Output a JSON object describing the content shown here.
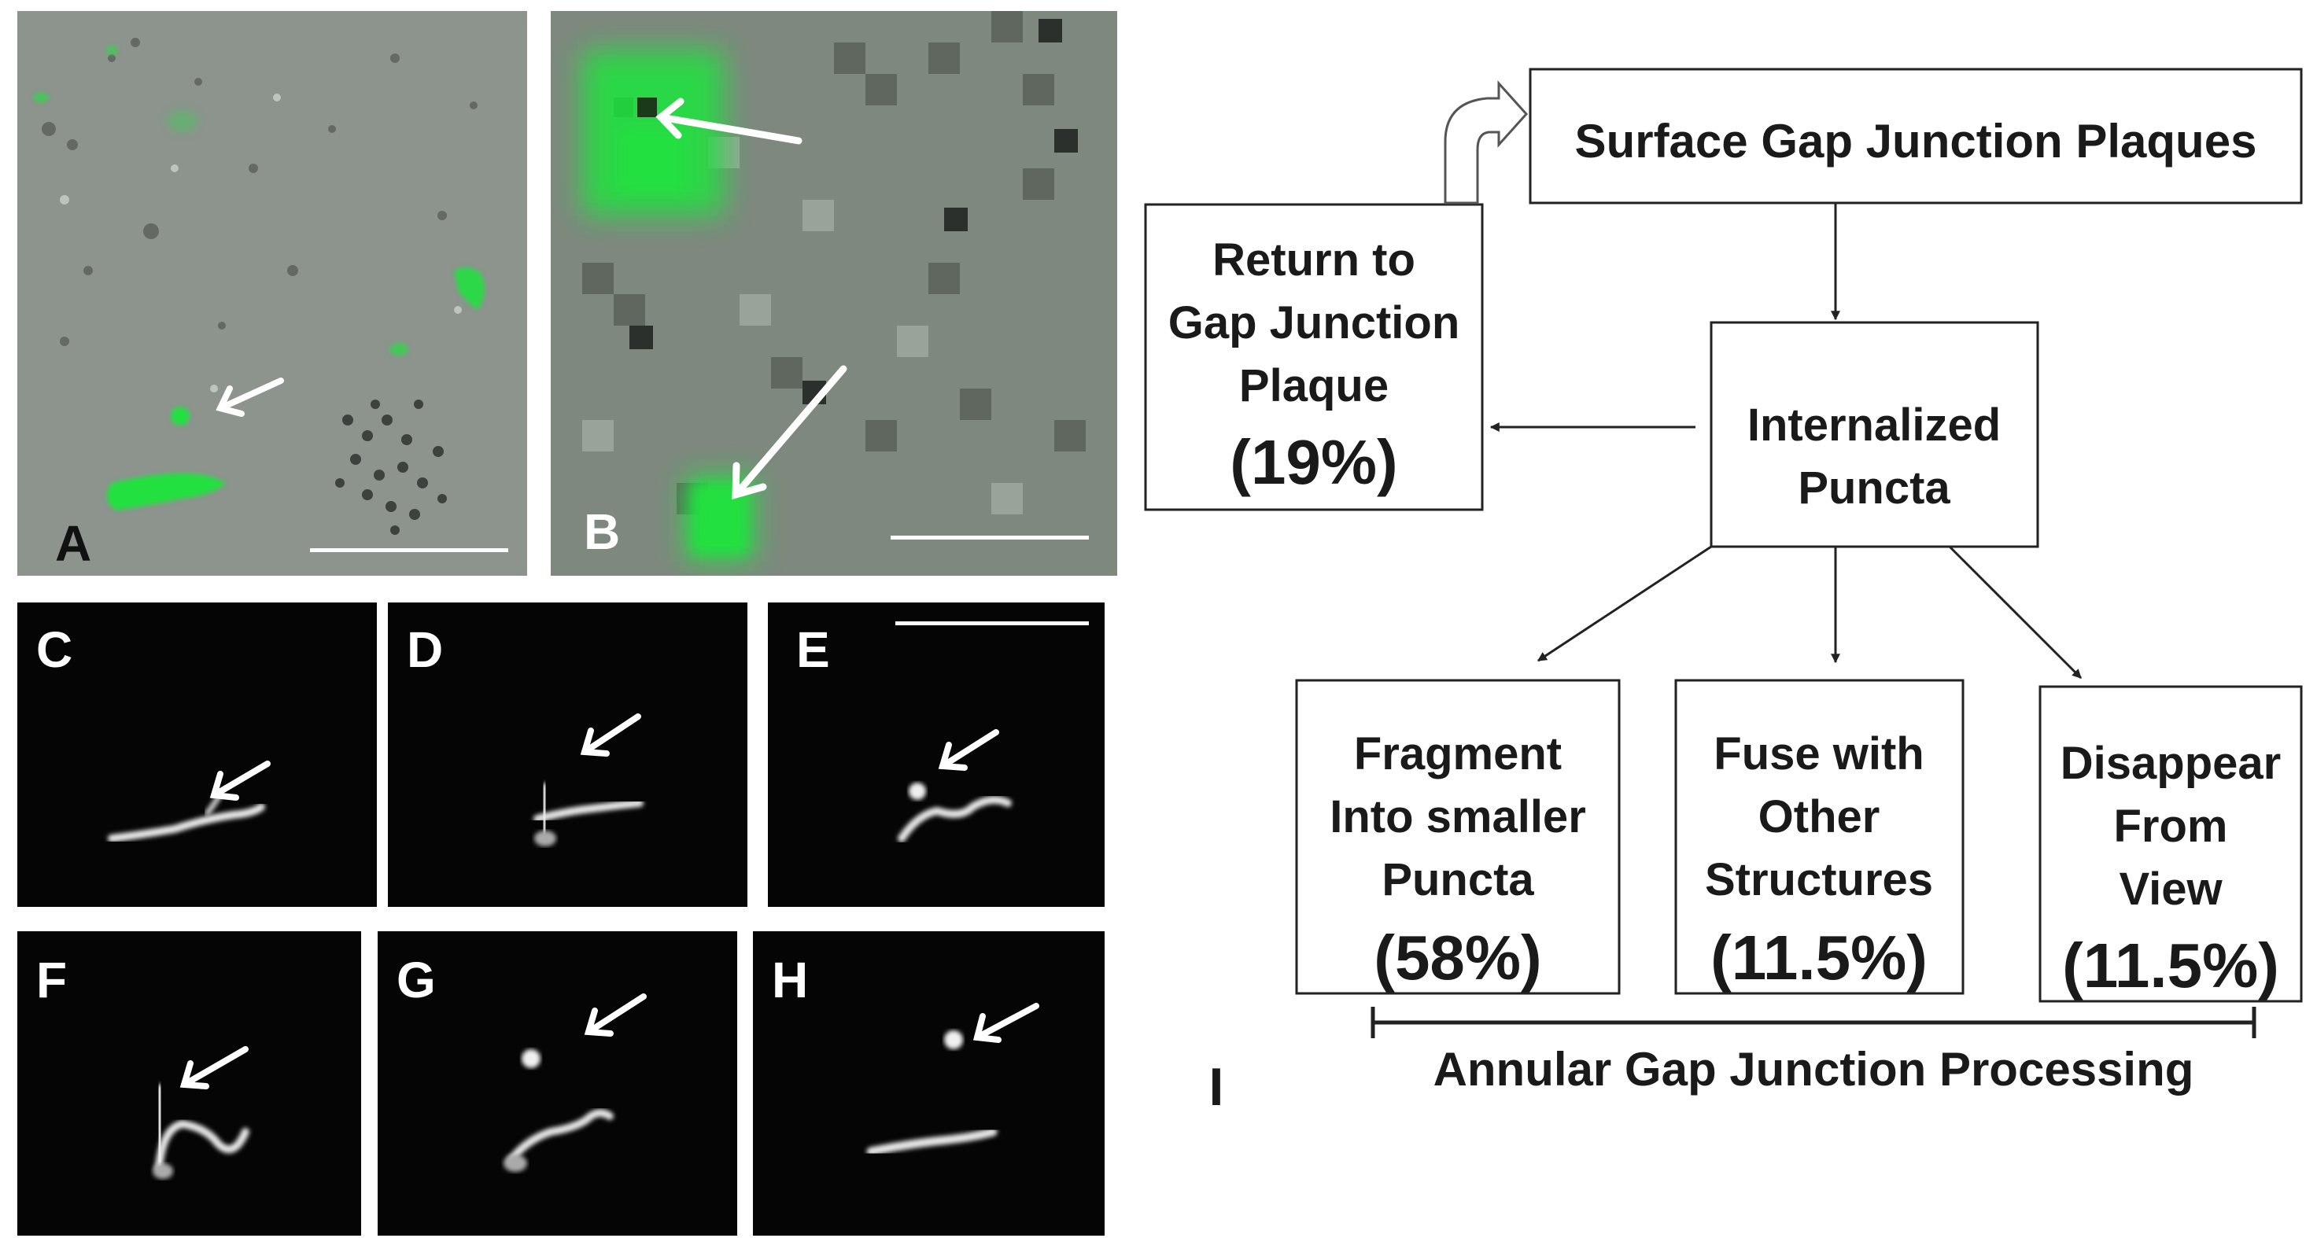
{
  "panels": {
    "A": {
      "label": "A"
    },
    "B": {
      "label": "B"
    },
    "C": {
      "label": "C"
    },
    "D": {
      "label": "D"
    },
    "E": {
      "label": "E"
    },
    "F": {
      "label": "F"
    },
    "G": {
      "label": "G"
    },
    "H": {
      "label": "H"
    }
  },
  "diagram": {
    "label": "I",
    "surface": "Surface Gap Junction Plaques",
    "return_line1": "Return to",
    "return_line2": "Gap Junction",
    "return_line3": "Plaque",
    "return_pct": "(19%)",
    "internal_line1": "Internalized",
    "internal_line2": "Puncta",
    "fragment_line1": "Fragment",
    "fragment_line2": "Into smaller",
    "fragment_line3": "Puncta",
    "fragment_pct": "(58%)",
    "fuse_line1": "Fuse with",
    "fuse_line2": "Other",
    "fuse_line3": "Structures",
    "fuse_pct": "(11.5%)",
    "disappear_line1": "Disappear",
    "disappear_line2": "From",
    "disappear_line3": "View",
    "disappear_pct": "(11.5%)",
    "processing": "Annular Gap Junction Processing"
  },
  "colors": {
    "fluorescence_green": "#22e040",
    "brightfield_gray": "#8c948c",
    "panel_black": "#050505"
  }
}
